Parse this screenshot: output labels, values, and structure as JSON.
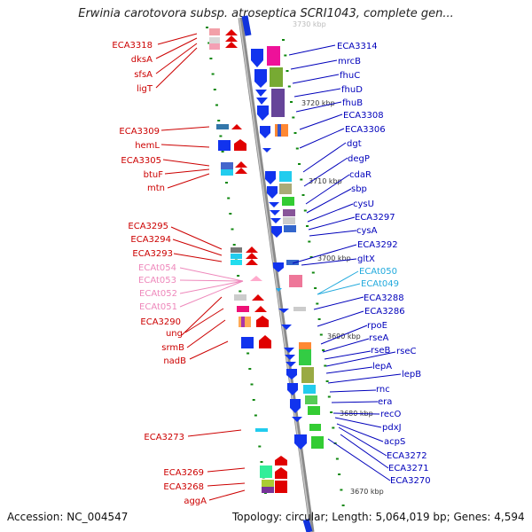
{
  "title": "Erwinia carotovora subsp. atroseptica SCRI1043, complete gen...",
  "footer": {
    "accession": "Accession: NC_004547",
    "topology": "Topology: circular; Length: 5,064,019 bp; Genes: 4,594"
  },
  "colors": {
    "left_label": "#cc0000",
    "right_label": "#0000bb",
    "rna_label_left": "#ee88bb",
    "rna_label_right": "#22aadd",
    "axis": "#8a8a8a",
    "tick": "#118811",
    "plus_strand": "#dd0000",
    "minus_strand": "#0022cc"
  },
  "scale_ticks": [
    "3730 kbp",
    "3720 kbp",
    "3710 kbp",
    "3700 kbp",
    "3690 kbp",
    "3680 kbp",
    "3670 kbp"
  ],
  "left_labels": [
    "ECA3318",
    "dksA",
    "sfsA",
    "ligT",
    "ECA3309",
    "hemL",
    "ECA3305",
    "btuF",
    "mtn",
    "ECA3295",
    "ECA3294",
    "ECA3293",
    "ECAt054",
    "ECAt053",
    "ECAt052",
    "ECAt051",
    "ECA3290",
    "ung",
    "srmB",
    "nadB",
    "ECA3273",
    "ECA3269",
    "ECA3268",
    "aggA"
  ],
  "right_labels": [
    "ECA3314",
    "mrcB",
    "fhuC",
    "fhuD",
    "fhuB",
    "ECA3308",
    "ECA3306",
    "dgt",
    "degP",
    "cdaR",
    "sbp",
    "cysU",
    "ECA3297",
    "cysA",
    "ECA3292",
    "gltX",
    "ECAt050",
    "ECAt049",
    "ECA3288",
    "ECA3286",
    "rpoE",
    "rseA",
    "rseB",
    "rseC",
    "lepA",
    "lepB",
    "rnc",
    "era",
    "recO",
    "pdxJ",
    "acpS",
    "ECA3272",
    "ECA3271",
    "ECA3270"
  ]
}
